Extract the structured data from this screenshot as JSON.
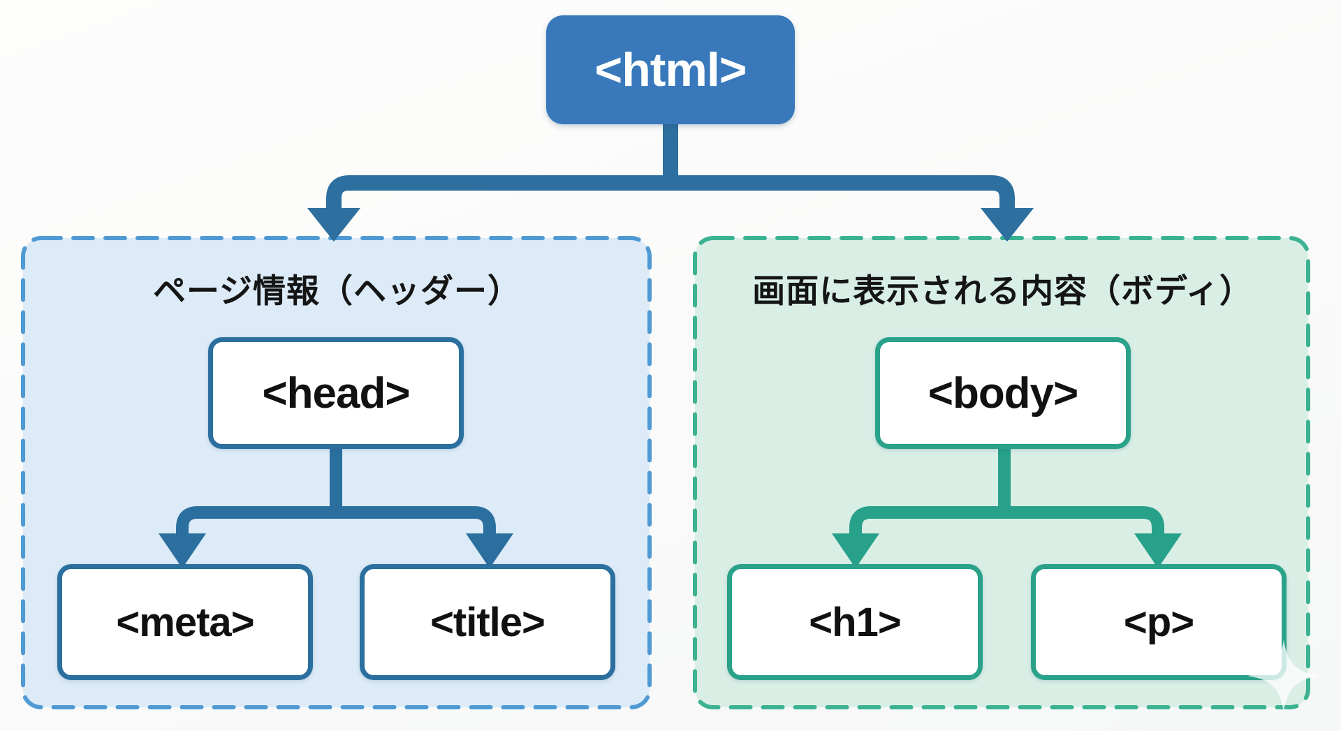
{
  "diagram": {
    "root": {
      "label": "<html>"
    },
    "groups": [
      {
        "title": "ページ情報（ヘッダー）",
        "parent": {
          "label": "<head>"
        },
        "children": [
          {
            "label": "<meta>"
          },
          {
            "label": "<title>"
          }
        ]
      },
      {
        "title": "画面に表示される内容（ボディ）",
        "parent": {
          "label": "<body>"
        },
        "children": [
          {
            "label": "<h1>"
          },
          {
            "label": "<p>"
          }
        ]
      }
    ],
    "colors": {
      "root_fill": "#3878bb",
      "blue_connector": "#2d6f9e",
      "blue_node_border": "#2b6f9e",
      "blue_panel_fill": "#dcebf7",
      "blue_panel_border": "#4f9ad4",
      "green_connector": "#27a189",
      "green_node_border": "#2aa189",
      "green_panel_fill": "#d9efe6",
      "green_panel_border": "#3bb291",
      "text": "#111111",
      "background": "#fbfbfa"
    }
  }
}
